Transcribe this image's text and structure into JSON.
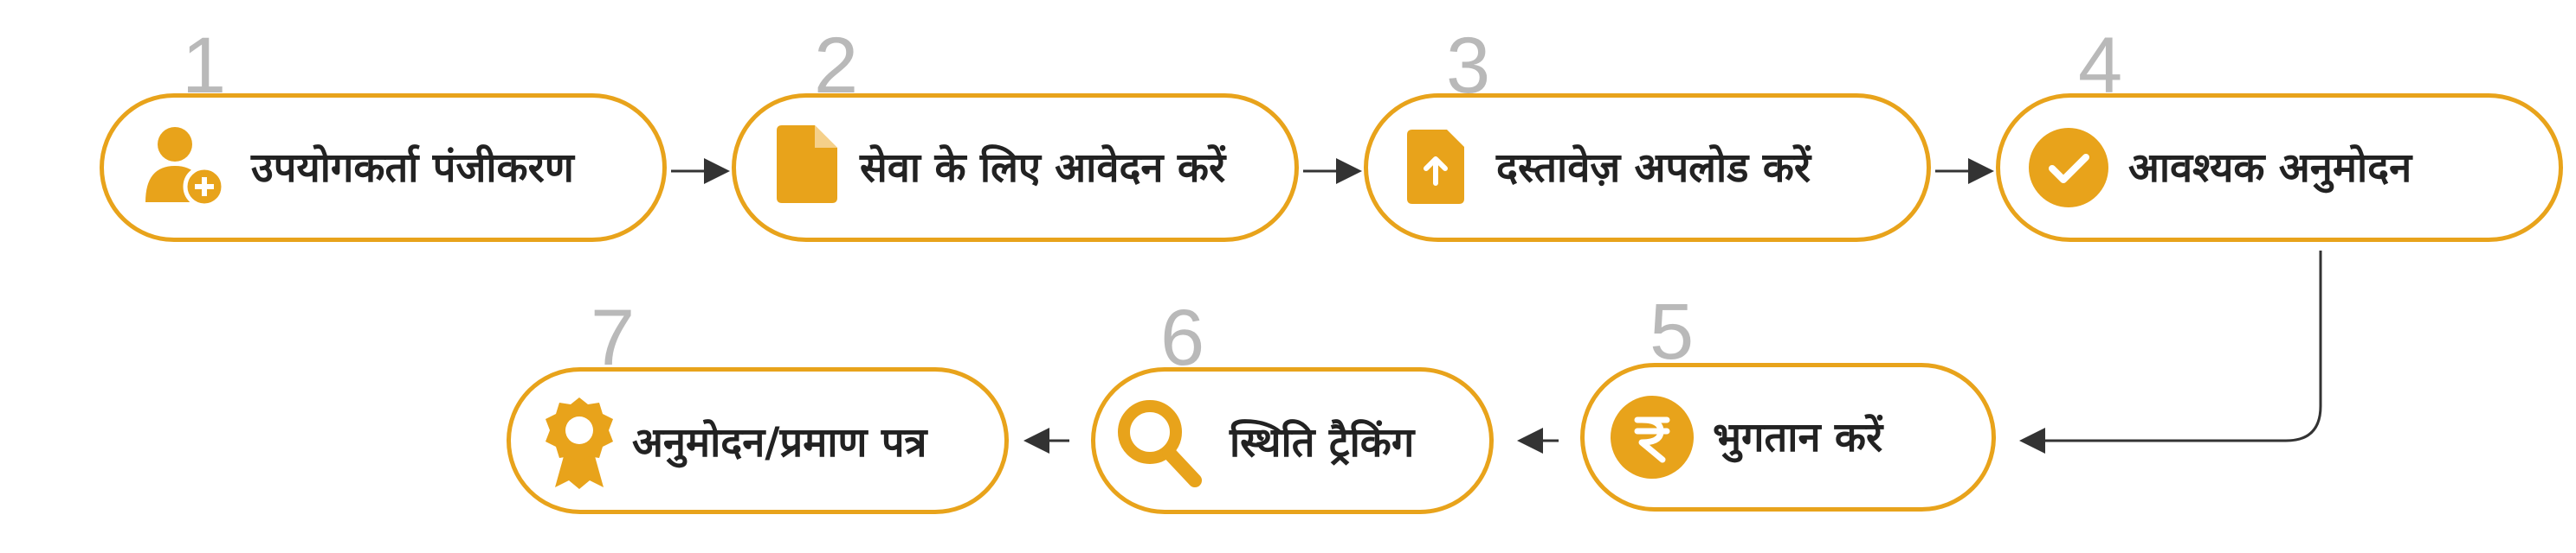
{
  "colors": {
    "accent": "#e8a31b",
    "number": "#b9b9b9",
    "text": "#222222",
    "arrow": "#333333"
  },
  "steps": [
    {
      "number": "1",
      "label": "उपयोगकर्ता पंजीकरण",
      "icon": "user-add-icon"
    },
    {
      "number": "2",
      "label": "सेवा के लिए आवेदन करें",
      "icon": "document-icon"
    },
    {
      "number": "3",
      "label": "दस्तावेज़ अपलोड करें",
      "icon": "upload-file-icon"
    },
    {
      "number": "4",
      "label": "आवश्यक अनुमोदन",
      "icon": "check-circle-icon"
    },
    {
      "number": "5",
      "label": "भुगतान करें",
      "icon": "rupee-icon"
    },
    {
      "number": "6",
      "label": "स्थिति ट्रैकिंग",
      "icon": "search-icon"
    },
    {
      "number": "7",
      "label": "अनुमोदन/प्रमाण पत्र",
      "icon": "certificate-badge-icon"
    }
  ]
}
